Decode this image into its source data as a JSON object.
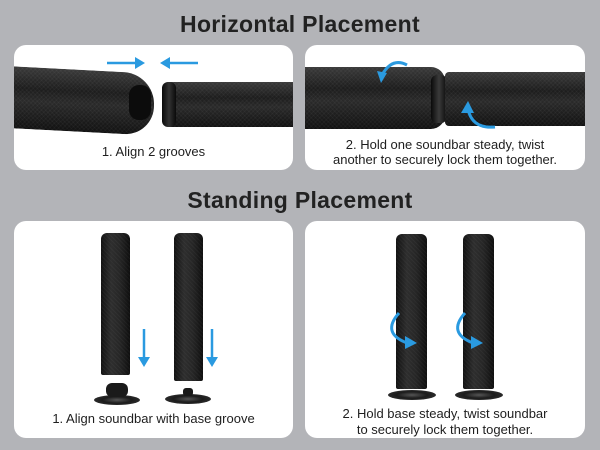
{
  "sections": {
    "horizontal": {
      "title": "Horizontal Placement",
      "steps": [
        {
          "caption": "1. Align 2 grooves",
          "icons": [
            "arrow-right-icon",
            "arrow-left-icon"
          ]
        },
        {
          "caption_line1": "2. Hold one soundbar steady, twist",
          "caption_line2": "another to securely lock them together.",
          "icons": [
            "rotate-arrow-icon",
            "rotate-arrow-icon"
          ]
        }
      ]
    },
    "standing": {
      "title": "Standing Placement",
      "steps": [
        {
          "caption": "1. Align soundbar with base groove",
          "icons": [
            "arrow-down-icon",
            "arrow-down-icon"
          ]
        },
        {
          "caption_line1": "2. Hold base steady, twist soundbar",
          "caption_line2": "to securely lock them together.",
          "icons": [
            "rotate-arrow-icon",
            "rotate-arrow-icon"
          ]
        }
      ]
    }
  },
  "colors": {
    "background": "#b3b4b8",
    "panel": "#ffffff",
    "accent_arrow": "#2a9ae0",
    "text": "#1e1e1e"
  }
}
